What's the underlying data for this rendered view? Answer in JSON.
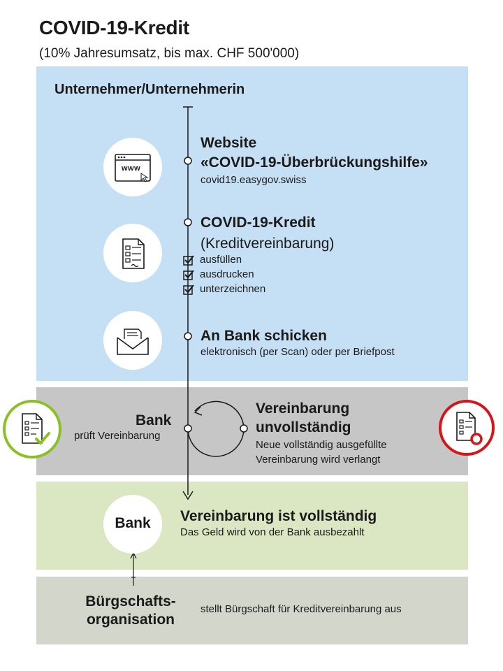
{
  "title": "COVID-19-Kredit",
  "subtitle": "(10% Jahresumsatz, bis max. CHF 500'000)",
  "actor": "Unternehmer/Unternehmerin",
  "steps": {
    "website": {
      "heading_line1": "Website",
      "heading_line2": "«COVID-19-Überbrückungshilfe»",
      "url": "covid19.easygov.swiss",
      "icon_text": "www"
    },
    "kredit": {
      "heading": "COVID-19-Kredit",
      "subheading": "(Kreditvereinbarung)",
      "checklist": [
        "ausfüllen",
        "ausdrucken",
        "unterzeichnen"
      ]
    },
    "send": {
      "heading": "An Bank schicken",
      "detail": "elektronisch (per Scan) oder per Briefpost"
    }
  },
  "review": {
    "bank_label": "Bank",
    "bank_detail": "prüft Vereinbarung",
    "incomplete_line1": "Vereinbarung",
    "incomplete_line2": "unvollständig",
    "incomplete_detail_line1": "Neue vollständig ausgefüllte",
    "incomplete_detail_line2": "Vereinbarung wird verlangt"
  },
  "complete": {
    "bank_label": "Bank",
    "heading": "Vereinbarung ist vollständig",
    "detail": "Das Geld wird von der Bank ausbezahlt"
  },
  "guarantee": {
    "org_line1": "Bürgschafts-",
    "org_line2": "organisation",
    "detail": "stellt Bürgschaft für Kreditvereinbarung aus"
  },
  "colors": {
    "panel_blue": "#c5e0f4",
    "panel_gray": "#c6c6c6",
    "panel_green": "#dbe7c2",
    "panel_olive": "#d3d6cb",
    "approve_ring": "#8cbf26",
    "reject_ring": "#d7141a"
  }
}
